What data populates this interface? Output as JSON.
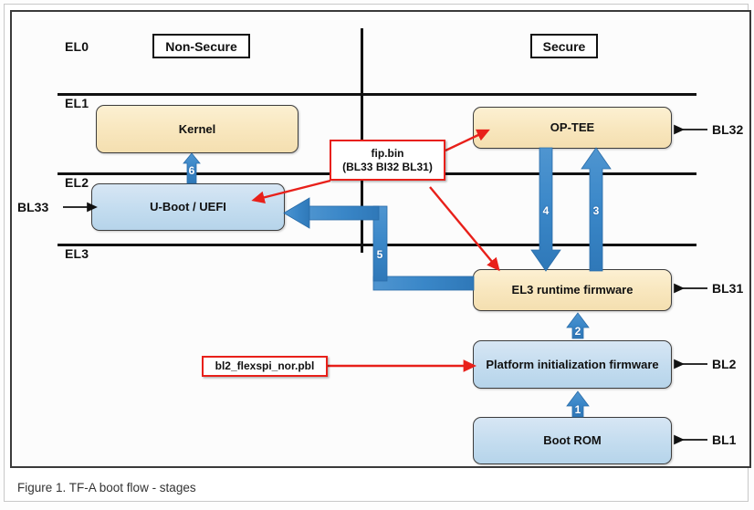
{
  "figure": {
    "caption": "Figure 1.  TF-A boot flow - stages"
  },
  "worlds": {
    "non_secure": "Non-Secure",
    "secure": "Secure"
  },
  "exception_levels": [
    {
      "label": "EL0"
    },
    {
      "label": "EL1"
    },
    {
      "label": "EL2"
    },
    {
      "label": "EL3"
    }
  ],
  "components": {
    "kernel": "Kernel",
    "uboot": "U-Boot / UEFI",
    "optee": "OP-TEE",
    "el3_runtime": "EL3 runtime firmware",
    "platform_init": "Platform initialization firmware",
    "boot_rom": "Boot ROM"
  },
  "bl_labels": {
    "bl33": "BL33",
    "bl32": "BL32",
    "bl31": "BL31",
    "bl2": "BL2",
    "bl1": "BL1"
  },
  "callouts": {
    "fip_line1": "fip.bin",
    "fip_line2": "(BL33 BI32 BL31)",
    "bl2_pbl": "bl2_flexspi_nor.pbl"
  },
  "steps": [
    {
      "id": "1",
      "label": "1",
      "from": "Boot ROM",
      "to": "Platform initialization firmware"
    },
    {
      "id": "2",
      "label": "2",
      "from": "Platform initialization firmware",
      "to": "EL3 runtime firmware"
    },
    {
      "id": "3",
      "label": "3",
      "from": "EL3 runtime firmware",
      "to": "OP-TEE"
    },
    {
      "id": "4",
      "label": "4",
      "from": "OP-TEE",
      "to": "EL3 runtime firmware"
    },
    {
      "id": "5",
      "label": "5",
      "from": "EL3 runtime firmware",
      "to": "U-Boot / UEFI"
    },
    {
      "id": "6",
      "label": "6",
      "from": "U-Boot / UEFI",
      "to": "Kernel"
    }
  ],
  "colors": {
    "arrow_blue": "#3a87c8",
    "callout_red": "#e8201a",
    "box_tan": "#f8e6bd",
    "box_blue": "#c3dcef",
    "line_black": "#111111"
  }
}
